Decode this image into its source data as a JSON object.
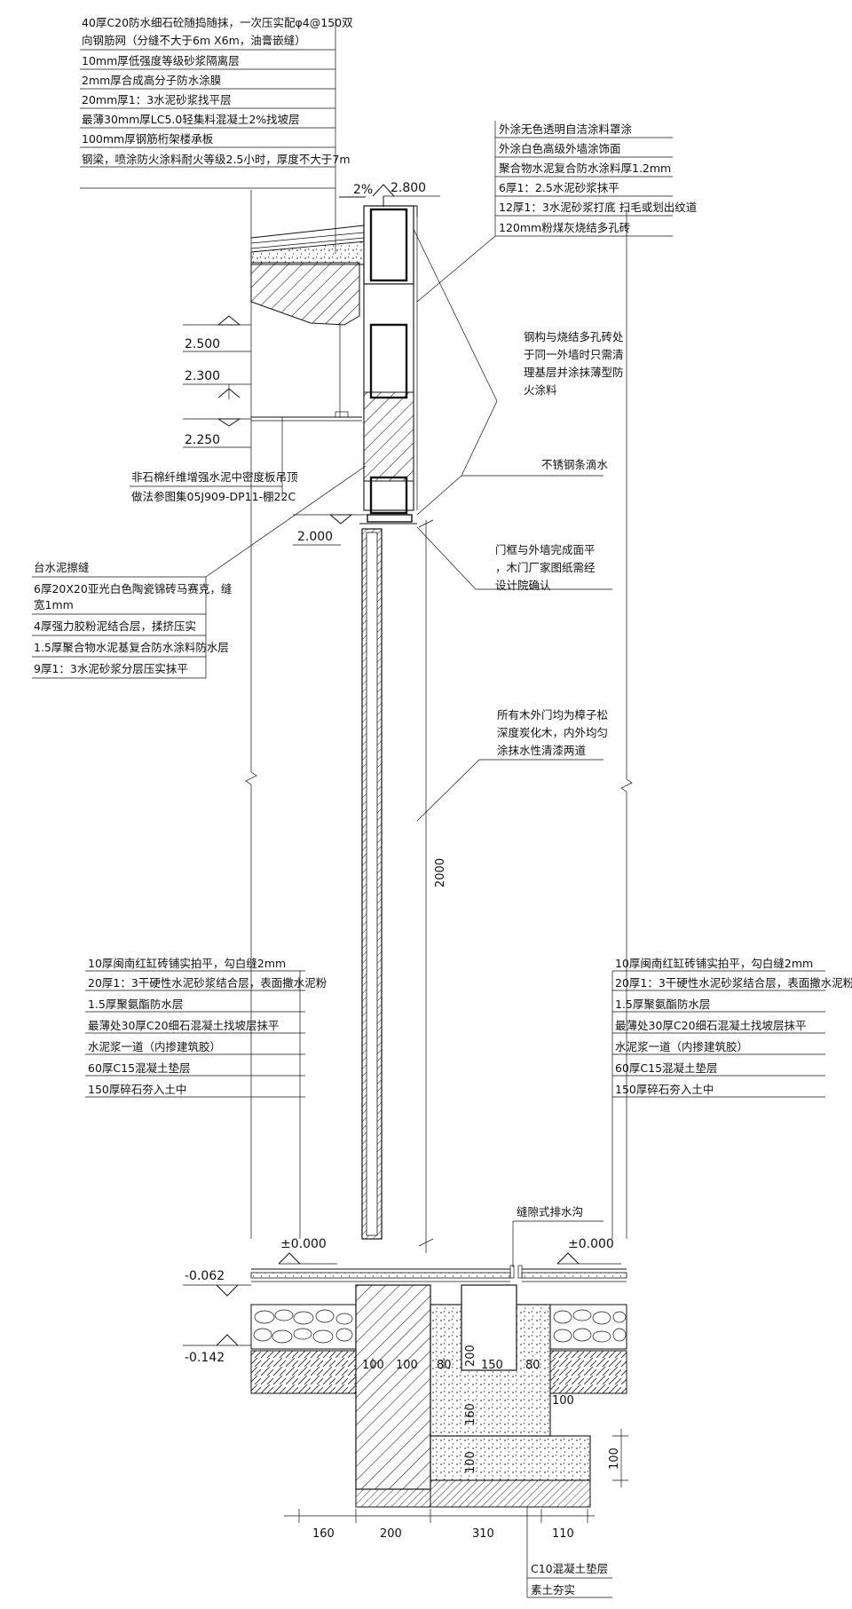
{
  "notes": {
    "roof_top": [
      "40厚C20防水细石砼随捣随抹，一次压实配φ4@150双",
      "向钢筋网（分缝不大于6m X6m，油膏嵌缝）",
      "10mm厚低强度等级砂浆隔离层",
      "2mm厚合成高分子防水涂膜",
      "20mm厚1：3水泥砂浆找平层",
      "最薄30mm厚LC5.0轻集料混凝土2%找坡层",
      "100mm厚钢筋桁架楼承板",
      "钢梁，喷涂防火涂料耐火等级2.5小时，厚度不大于7m"
    ],
    "wall_right": [
      "外涂无色透明自洁涂料罩涂",
      "外涂白色高级外墙涂饰面",
      "聚合物水泥复合防水涂料厚1.2mm",
      "6厚1：2.5水泥砂浆抹平",
      "12厚1：3水泥砂浆打底  扫毛或划出纹道",
      "120mm粉煤灰烧结多孔砖"
    ],
    "steel_note": [
      "钢构与烧结多孔砖处",
      "于同一外墙时只需清",
      "理基层并涂抹薄型防",
      "火涂料"
    ],
    "drip_note": "不锈钢条滴水",
    "ceiling_note": [
      "非石棉纤维增强水泥中密度板吊顶",
      "做法参图集05J909-DP11-棚22C"
    ],
    "sill_title": "台水泥擦缝",
    "sill_layers": [
      "6厚20X20亚光白色陶瓷锦砖马赛克，缝",
      "宽1mm",
      "4厚强力胶粉泥结合层，揉挤压实",
      "1.5厚聚合物水泥基复合防水涂料防水层",
      "9厚1：3水泥砂浆分层压实抹平"
    ],
    "frame_note": [
      "门框与外墙完成面平",
      "，木门厂家图纸需经",
      "设计院确认"
    ],
    "door_note": [
      "所有木外门均为樟子松",
      "深度炭化木，内外均匀",
      "涂抹水性清漆两道"
    ],
    "floor_layers": [
      "10厚闽南红缸砖铺实拍平，勾白缝2mm",
      "20厚1：3干硬性水泥砂浆结合层，表面撒水泥粉",
      "1.5厚聚氨酯防水层",
      "最薄处30厚C20细石混凝土找坡层抹平",
      "水泥浆一道（内掺建筑胶）",
      "60厚C15混凝土垫层",
      "150厚碎石夯入土中"
    ],
    "drain_note": "缝隙式排水沟",
    "base_layers": [
      "C10混凝土垫层",
      "素土夯实"
    ]
  },
  "levels": {
    "roof": "2.800",
    "slope": "2%",
    "l2500": "2.500",
    "l2300": "2.300",
    "l2250": "2.250",
    "l2000": "2.000",
    "zero_left": "±0.000",
    "zero_right": "±0.000",
    "m062": "-0.062",
    "m142": "-0.142"
  },
  "dims": {
    "door_height": "2000",
    "d100a": "100",
    "d100b": "100",
    "d80a": "80",
    "d200v": "200",
    "d150": "150",
    "d80b": "80",
    "d100c": "100",
    "d160v": "160",
    "d100v": "100",
    "d100r": "100",
    "b160": "160",
    "b200": "200",
    "b310": "310",
    "b110": "110"
  },
  "colors": {
    "ink": "#111111",
    "background": "#ffffff"
  }
}
